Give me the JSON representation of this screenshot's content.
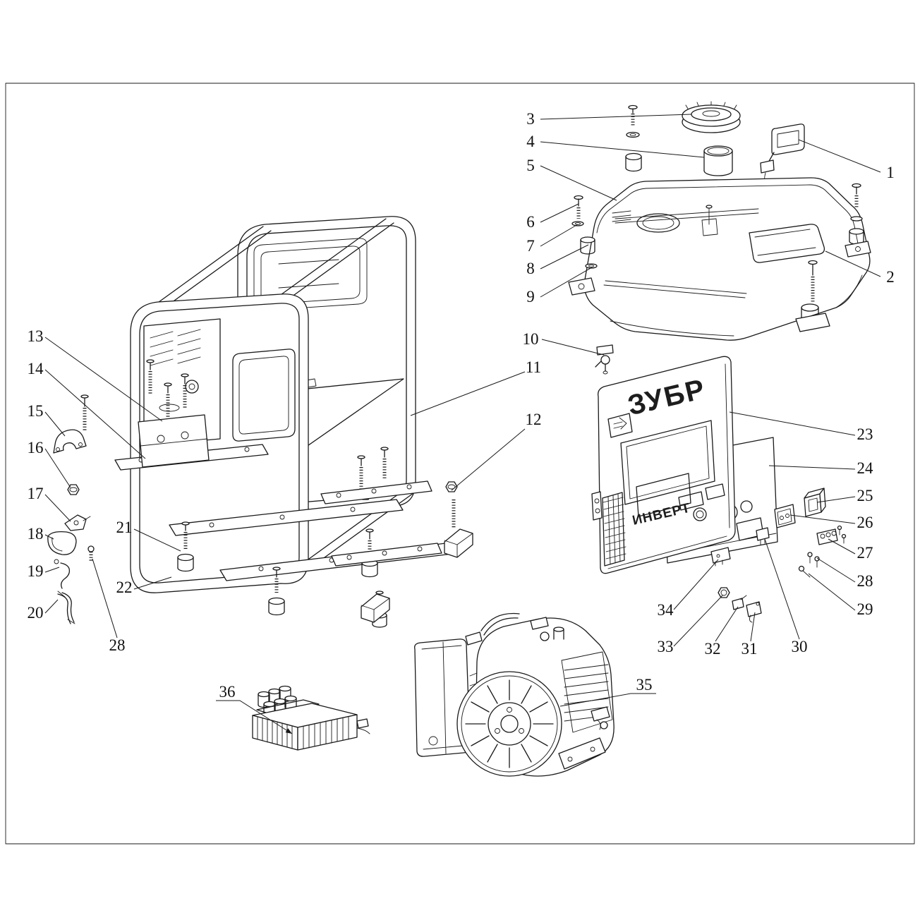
{
  "colors": {
    "ink": "#1a1a1a",
    "background": "#ffffff"
  },
  "brand": {
    "logo_text": "ЗУБР",
    "panel_text": "ИНВЕРТ"
  },
  "labels": {
    "n1": "1",
    "n2": "2",
    "n3": "3",
    "n4": "4",
    "n5": "5",
    "n6": "6",
    "n7": "7",
    "n8": "8",
    "n9": "9",
    "n10": "10",
    "n11": "11",
    "n12": "12",
    "n13": "13",
    "n14": "14",
    "n15": "15",
    "n16": "16",
    "n17": "17",
    "n18": "18",
    "n19": "19",
    "n20": "20",
    "n21": "21",
    "n22": "22",
    "n23": "23",
    "n24": "24",
    "n25": "25",
    "n26": "26",
    "n27": "27",
    "n28a": "28",
    "n28b": "28",
    "n29": "29",
    "n30": "30",
    "n31": "31",
    "n32": "32",
    "n33": "33",
    "n34": "34",
    "n35": "35",
    "n36": "36"
  }
}
